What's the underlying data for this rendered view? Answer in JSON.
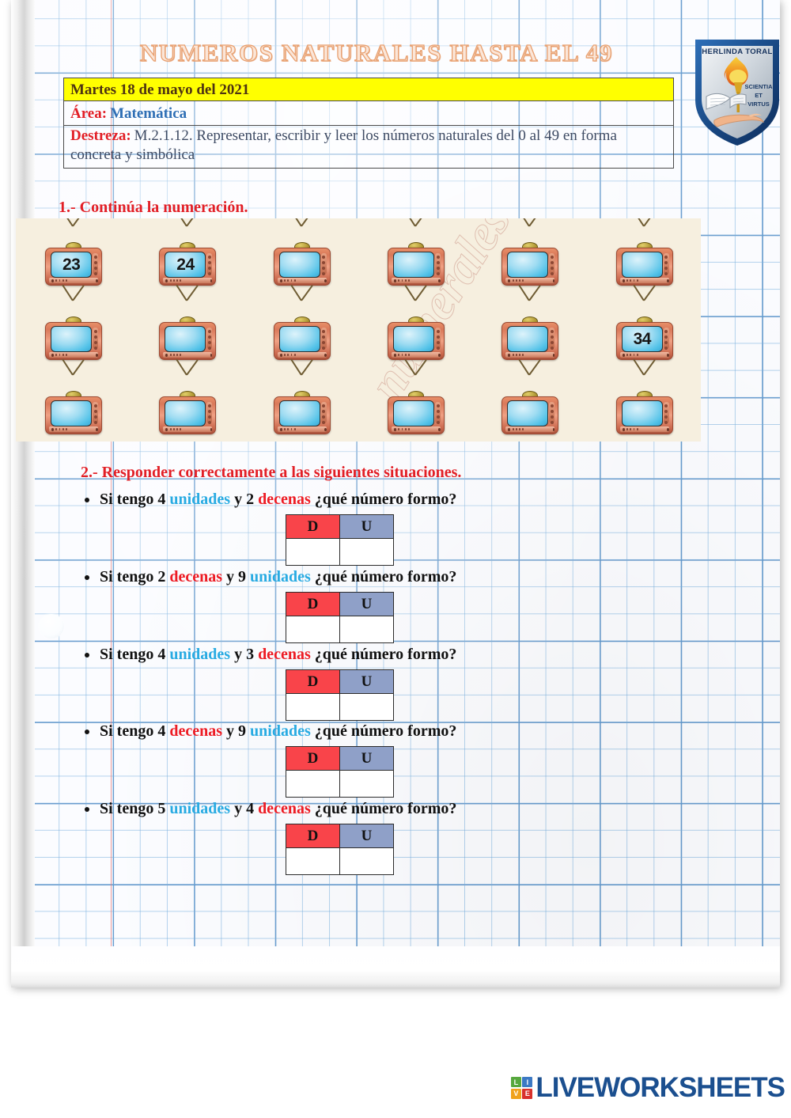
{
  "worksheet": {
    "title": "NUMEROS NATURALES HASTA EL 49",
    "header": {
      "date": "Martes 18 de mayo del 2021",
      "area_label": "Área:",
      "area_value": "Matemática",
      "skill_label": "Destreza:",
      "skill_value": "M.2.1.12. Representar, escribir y leer los números naturales del 0 al 49 en forma concreta y simbólica"
    },
    "section1": {
      "heading": "1.- Continúa la numeración.",
      "watermark": "numerales",
      "tvs": [
        {
          "value": "23"
        },
        {
          "value": "24"
        },
        {
          "value": ""
        },
        {
          "value": ""
        },
        {
          "value": ""
        },
        {
          "value": ""
        },
        {
          "value": ""
        },
        {
          "value": ""
        },
        {
          "value": ""
        },
        {
          "value": ""
        },
        {
          "value": ""
        },
        {
          "value": "34"
        },
        {
          "value": ""
        },
        {
          "value": ""
        },
        {
          "value": ""
        },
        {
          "value": ""
        },
        {
          "value": ""
        },
        {
          "value": ""
        }
      ]
    },
    "section2": {
      "heading": "2.- Responder correctamente a las siguientes situaciones.",
      "table_headers": {
        "tens": "D",
        "units": "U"
      },
      "questions": [
        {
          "p1": "Si tengo 4 ",
          "w1": "unidades",
          "w1type": "unidades",
          "p2": " y 2 ",
          "w2": "decenas",
          "w2type": "decenas",
          "p3": " ¿qué número formo?",
          "answer_tens": "",
          "answer_units": ""
        },
        {
          "p1": "Si tengo 2 ",
          "w1": "decenas",
          "w1type": "decenas",
          "p2": " y 9 ",
          "w2": "unidades",
          "w2type": "unidades",
          "p3": " ¿qué número formo?",
          "answer_tens": "",
          "answer_units": ""
        },
        {
          "p1": "Si tengo 4 ",
          "w1": "unidades",
          "w1type": "unidades",
          "p2": " y 3 ",
          "w2": "decenas",
          "w2type": "decenas",
          "p3": " ¿qué número formo?",
          "answer_tens": "",
          "answer_units": ""
        },
        {
          "p1": "Si tengo 4 ",
          "w1": "decenas",
          "w1type": "decenas",
          "p2": " y 9 ",
          "w2": "unidades",
          "w2type": "unidades",
          "p3": " ¿qué número formo?",
          "answer_tens": "",
          "answer_units": ""
        },
        {
          "p1": "Si tengo 5 ",
          "w1": "unidades",
          "w1type": "unidades",
          "p2": " y 4 ",
          "w2": "decenas",
          "w2type": "decenas",
          "p3": " ¿qué número formo?",
          "answer_tens": "",
          "answer_units": ""
        }
      ]
    },
    "badge": {
      "school_name": "HERLINDA TORAL",
      "motto_line1": "SCIENTIA",
      "motto_line2": "ET",
      "motto_line3": "VIRTUS"
    },
    "footer": {
      "brand": "LIVEWORKSHEETS",
      "tiles": [
        {
          "letter": "L",
          "color": "#57a83e"
        },
        {
          "letter": "I",
          "color": "#3c79c4"
        },
        {
          "letter": "V",
          "color": "#f0a21b"
        },
        {
          "letter": "E",
          "color": "#d8312c"
        }
      ]
    },
    "colors": {
      "title_outline": "#e8a070",
      "heading_red": "#e21f26",
      "unidades_cyan": "#29abe2",
      "decenas_red": "#ed1c24",
      "highlight_yellow": "#ffff00",
      "tens_cell": "#f9444a",
      "units_cell": "#8fa0c8",
      "panel_cream": "#f6efdf",
      "brand_blue": "#1b4f8f"
    }
  }
}
